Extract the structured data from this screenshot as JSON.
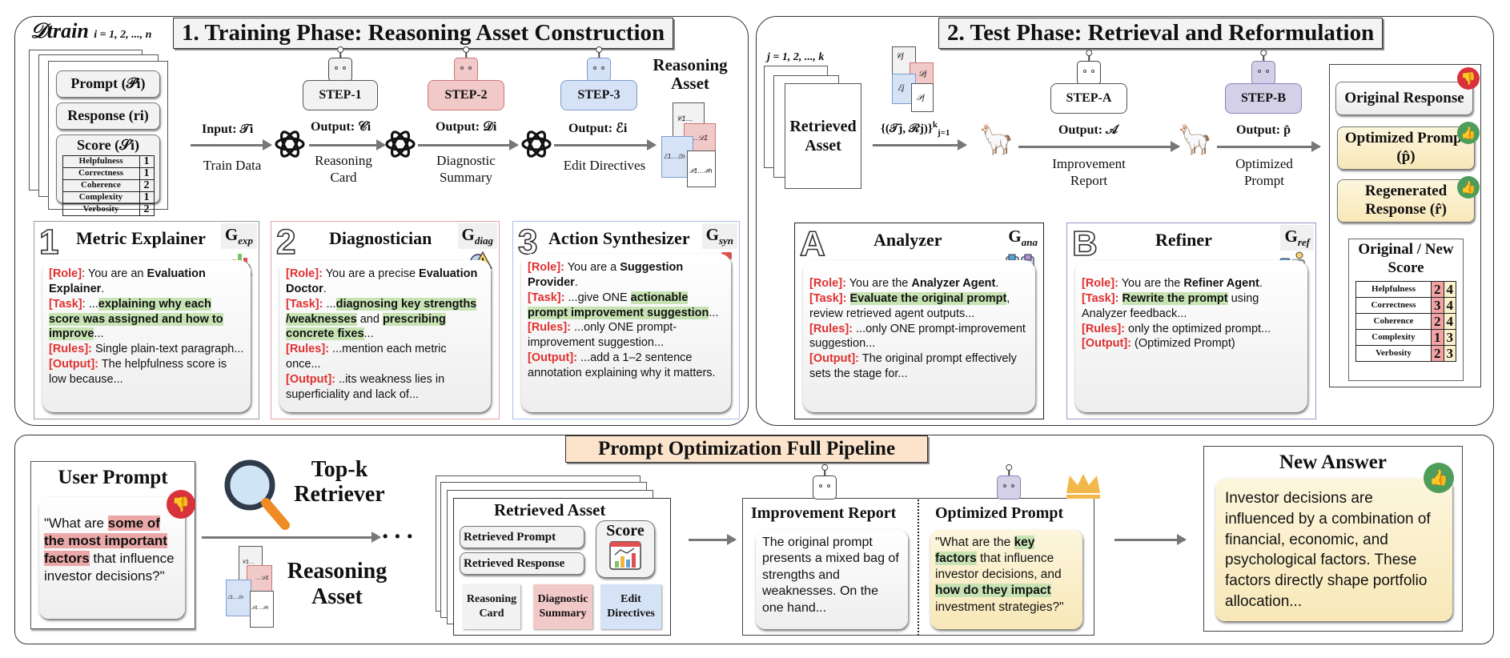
{
  "training_phase": {
    "title": "1. Training Phase: Reasoning Asset Construction",
    "dataset_label": "𝒟train",
    "dataset_index": "i = 1, 2, ..., n",
    "prompt_label": "Prompt (𝒫i)",
    "response_label": "Response (ri)",
    "score_label": "Score (𝒮i)",
    "scores": [
      {
        "metric": "Helpfulness",
        "value": "1"
      },
      {
        "metric": "Correctness",
        "value": "1"
      },
      {
        "metric": "Coherence",
        "value": "2"
      },
      {
        "metric": "Complexity",
        "value": "1"
      },
      {
        "metric": "Verbosity",
        "value": "2"
      }
    ],
    "input_label": "Input: 𝒯i",
    "input_caption": "Train Data",
    "steps": [
      {
        "name": "STEP-1",
        "output": "Output: 𝒞i",
        "caption": "Reasoning Card",
        "color": "#f2f2f2"
      },
      {
        "name": "STEP-2",
        "output": "Output: 𝒟i",
        "caption": "Diagnostic Summary",
        "color": "#f2c9c9"
      },
      {
        "name": "STEP-3",
        "output": "Output: ℰi",
        "caption": "Edit Directives",
        "color": "#d6e3f7"
      }
    ],
    "asset_title": "Reasoning Asset",
    "asset_docs": [
      "𝒞1…",
      "…𝒟1",
      "ℰ1…ℰn",
      "𝒫1…𝒫n"
    ],
    "cards": [
      {
        "number": "1",
        "title": "Metric Explainer",
        "gtag": "G",
        "gsub": "exp",
        "icon": "chart-magnifier-icon",
        "border": "#999999",
        "role_tag": "[Role]",
        "role_pre": ": You are an ",
        "role_bold": "Evaluation Explainer",
        "role_post": ".",
        "task_tag": "[Task]",
        "task_pre": ": ...",
        "task_hl": "explaining why each score was assigned and how to improve",
        "task_post": "...",
        "rules_tag": "[Rules]:",
        "rules": " Single plain-text paragraph...",
        "output_tag": "[Output]:",
        "output": " The helpfulness score is low because..."
      },
      {
        "number": "2",
        "title": "Diagnostician",
        "gtag": "G",
        "gsub": "diag",
        "icon": "warning-magnifier-icon",
        "border": "#e8a0a0",
        "role_tag": "[Role]:",
        "role_pre": " You are a precise ",
        "role_bold": "Evaluation Doctor",
        "role_post": ".",
        "task_tag": "[Task]:",
        "task_pre": " ...",
        "task_hl": "diagnosing key strengths /weaknesses",
        "task_mid": " and ",
        "task_hl2": "prescribing concrete fixes",
        "task_post": "...",
        "rules_tag": "[Rules]:",
        "rules": " ...mention each metric once...",
        "output_tag": "[Output]:",
        "output": " ..its weakness lies in superficiality and lack of..."
      },
      {
        "number": "3",
        "title": "Action Synthesizer",
        "gtag": "G",
        "gsub": "syn",
        "icon": "lightbulb-chat-icon",
        "border": "#a9c0e6",
        "role_tag": "[Role]:",
        "role_pre": " You are a ",
        "role_bold": "Suggestion Provider",
        "role_post": ".",
        "task_tag": "[Task]:",
        "task_pre": " ...give ONE ",
        "task_hl": "actionable prompt improvement suggestion",
        "task_post": "...",
        "rules_tag": "[Rules]:",
        "rules": " ...only ONE prompt-improvement suggestion...",
        "output_tag": "[Output]:",
        "output": " ...add a 1–2 sentence annotation explaining why it matters."
      }
    ]
  },
  "test_phase": {
    "title": "2. Test Phase: Retrieval and Reformulation",
    "retrieved_index": "j = 1, 2, ..., k",
    "retrieved_label": "Retrieved Asset",
    "retrieved_docs": [
      "𝒞j",
      "𝒟j",
      "ℰj",
      "𝒫j"
    ],
    "input_formula": "{(𝒯j, ℛj)}",
    "input_sup": "k",
    "input_sub": "j=1",
    "steps": [
      {
        "name": "STEP-A",
        "output": "Output: 𝒜",
        "caption": "Improvement Report",
        "color": "#ffffff"
      },
      {
        "name": "STEP-B",
        "output": "Output: p̂",
        "caption": "Optimized Prompt",
        "color": "#d4d0e8"
      }
    ],
    "results": [
      {
        "label": "Original Response",
        "status": "thumbs-down"
      },
      {
        "label": "Optimized Prompt (p̂)",
        "status": "thumbs-up"
      },
      {
        "label": "Regenerated Response (r̂)",
        "status": "thumbs-up"
      }
    ],
    "score_title": "Original / New Score",
    "score_rows": [
      {
        "metric": "Helpfulness",
        "original": "2",
        "new": "4"
      },
      {
        "metric": "Correctness",
        "original": "3",
        "new": "4"
      },
      {
        "metric": "Coherence",
        "original": "2",
        "new": "4"
      },
      {
        "metric": "Complexity",
        "original": "1",
        "new": "3"
      },
      {
        "metric": "Verbosity",
        "original": "2",
        "new": "3"
      }
    ],
    "cards": [
      {
        "letter": "A",
        "title": "Analyzer",
        "gtag": "G",
        "gsub": "ana",
        "icon": "document-compare-icon",
        "role_tag": "[Role]:",
        "role_pre": " You are the ",
        "role_bold": "Analyzer Agent",
        "role_post": ".",
        "task_tag": "[Task]:",
        "task_pre": " ",
        "task_hl": "Evaluate the original prompt",
        "task_post": ", review retrieved agent outputs...",
        "rules_tag": "[Rules]:",
        "rules": " ...only ONE prompt-improvement suggestion...",
        "output_tag": "[Output]:",
        "output": " The original prompt effectively sets the stage for..."
      },
      {
        "letter": "B",
        "title": "Refiner",
        "gtag": "G",
        "gsub": "ref",
        "icon": "robot-checklist-icon",
        "role_tag": "[Role]:",
        "role_pre": " You are the ",
        "role_bold": "Refiner Agent",
        "role_post": ".",
        "task_tag": "[Task]:",
        "task_pre": " ",
        "task_hl": "Rewrite the prompt",
        "task_post": " using Analyzer feedback...",
        "rules_tag": "[Rules]:",
        "rules": " only the optimized prompt...",
        "output_tag": "[Output]:",
        "output": " (Optimized Prompt)"
      }
    ]
  },
  "pipeline": {
    "title": "Prompt Optimization Full Pipeline",
    "user_prompt": {
      "title": "User Prompt",
      "pre": "\"What are ",
      "hl": "some of the most important factors",
      "post": " that influence investor decisions?\"",
      "status": "thumbs-down"
    },
    "retriever_label": "Top-k Retriever",
    "asset_label": "Reasoning Asset",
    "asset_docs": [
      "𝒞1…",
      "…𝒟1",
      "ℰ1…ℰn",
      "𝒫1…𝒫n"
    ],
    "ellipsis": "• • •",
    "retrieved_asset": {
      "title": "Retrieved Asset",
      "prompt": "Retrieved Prompt",
      "response": "Retrieved Response",
      "score": "Score",
      "docs": [
        {
          "label": "Reasoning Card",
          "color": "#f2f2f2"
        },
        {
          "label": "Diagnostic Summary",
          "color": "#f2c9c9"
        },
        {
          "label": "Edit Directives",
          "color": "#d6e3f7"
        }
      ]
    },
    "report": {
      "title": "Improvement Report",
      "text": "The original prompt presents a mixed bag of strengths and weaknesses. On the one hand..."
    },
    "optimized": {
      "title": "Optimized Prompt",
      "pre": "\"What are the ",
      "hl1": "key factors",
      "mid": " that influence investor decisions, and ",
      "hl2": "how do they impact",
      "post": " investment strategies?\""
    },
    "new_answer": {
      "title": "New Answer",
      "text": "Investor decisions are influenced by a combination of financial, economic, and psychological factors. These factors directly shape portfolio allocation...",
      "status": "thumbs-up"
    }
  },
  "colors": {
    "tag_red": "#e03030",
    "highlight_green": "#c7e3b3",
    "highlight_red": "#eba8a8",
    "step2_red": "#f2c9c9",
    "step3_blue": "#d6e3f7",
    "stepB_purple": "#d4d0e8",
    "answer_yellow": "#fbf0cc",
    "pipeline_title_bg": "#fbe3cc",
    "thumbs_up": "#4f9d5a",
    "thumbs_down": "#d8323c"
  }
}
